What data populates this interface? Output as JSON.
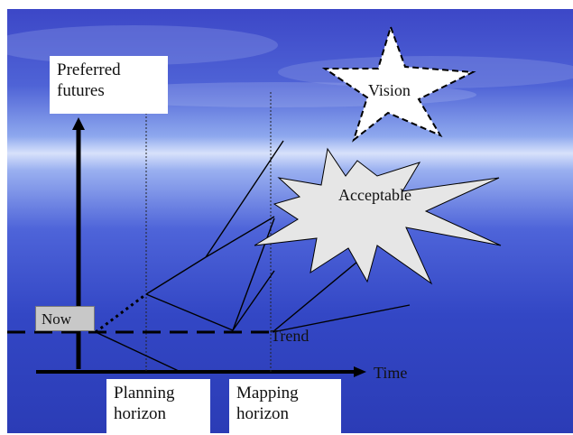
{
  "labels": {
    "preferred_futures_line1": "Preferred",
    "preferred_futures_line2": "futures",
    "vision": "Vision",
    "acceptable": "Acceptable",
    "now": "Now",
    "trend": "Trend",
    "time": "Time",
    "planning_line1": "Planning",
    "planning_line2": "horizon",
    "mapping_line1": "Mapping",
    "mapping_line2": "horizon"
  },
  "colors": {
    "sky_top": "#3c47c7",
    "horizon_glow": "#d7e1fb",
    "sea": "#2b3cb6",
    "burst_fill": "#e6e6e6",
    "now_box": "#c8c8c8"
  }
}
